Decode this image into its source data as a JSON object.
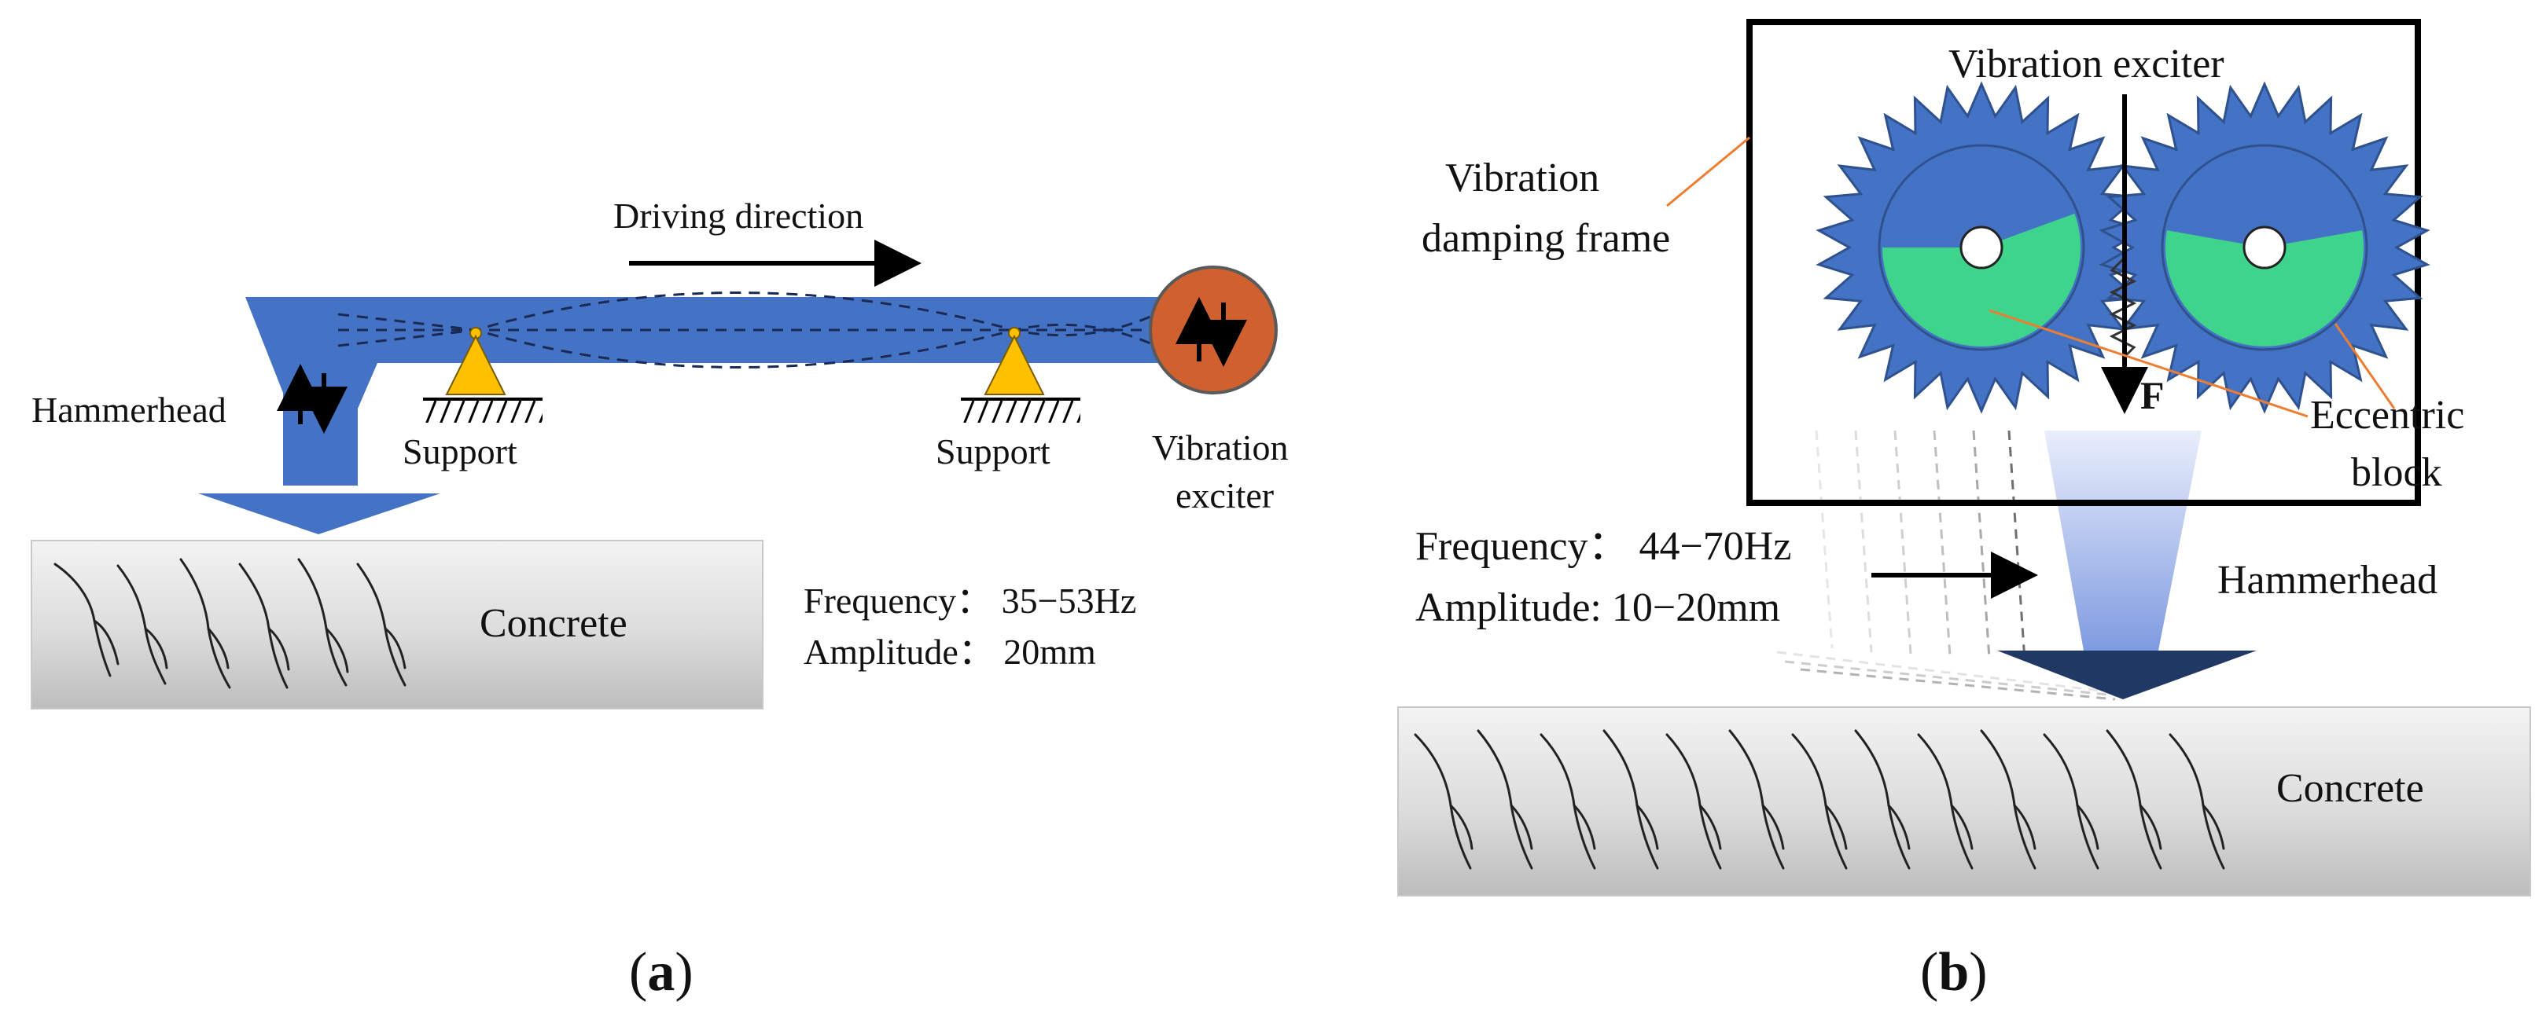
{
  "panel_a": {
    "driving_direction": "Driving direction",
    "hammerhead": "Hammerhead",
    "support_left": "Support",
    "support_right": "Support",
    "vibration_exciter_line1": "Vibration",
    "vibration_exciter_line2": "exciter",
    "concrete": "Concrete",
    "frequency": "Frequency：  35−53Hz",
    "amplitude": "Amplitude：   20mm",
    "caption_open": "(",
    "caption_letter": "a",
    "caption_close": ")"
  },
  "panel_b": {
    "vibration_exciter": "Vibration exciter",
    "damping_frame_line1": "Vibration",
    "damping_frame_line2": "damping frame",
    "force": "F",
    "eccentric_line1": "Eccentric",
    "eccentric_line2": "block",
    "frequency": "Frequency：  44−70Hz",
    "amplitude": "Amplitude:   10−20mm",
    "hammerhead": "Hammerhead",
    "concrete": "Concrete",
    "caption_open": "(",
    "caption_letter": "b",
    "caption_close": ")"
  },
  "colors": {
    "beam_blue": "#4472C4",
    "exciter_orange": "#D0612F",
    "support_yellow": "#FFC000",
    "eccentric_green": "#3ED48C",
    "frame_black": "#000000",
    "leader_orange": "#ED7D31",
    "hammer_dark": "#1F3864",
    "concrete_grey": "#D9D9D9"
  }
}
